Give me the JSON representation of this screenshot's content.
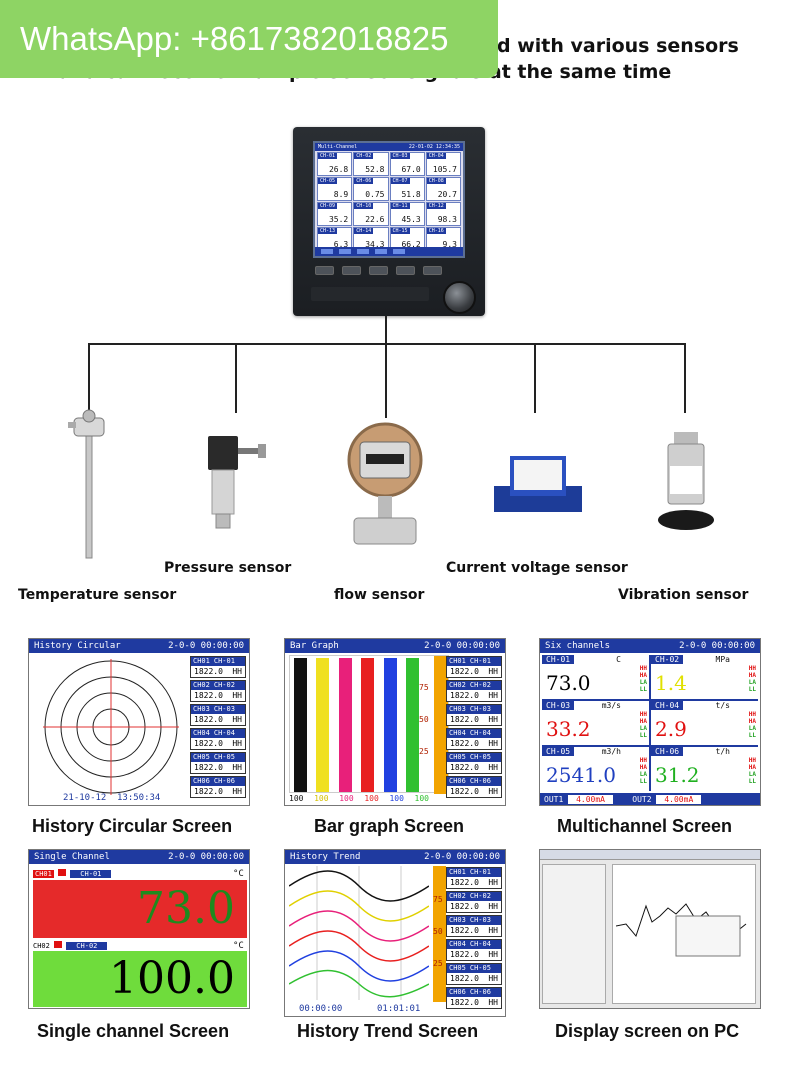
{
  "watermark": {
    "text": "WhatsApp: +8617382018825"
  },
  "headline": {
    "line1": "d with various sensors",
    "line2": "and can receive multiple sensor signals at the same time"
  },
  "device": {
    "title": "Multi-Channel",
    "datetime": "22-01-02 12:34:35",
    "channels": [
      {
        "ch": "CH-01",
        "v": "26.8"
      },
      {
        "ch": "CH-02",
        "v": "52.8"
      },
      {
        "ch": "CH-03",
        "v": "67.0"
      },
      {
        "ch": "CH-04",
        "v": "105.7"
      },
      {
        "ch": "CH-05",
        "v": "8.9"
      },
      {
        "ch": "CH-06",
        "v": "0.75"
      },
      {
        "ch": "CH-07",
        "v": "51.8"
      },
      {
        "ch": "CH-08",
        "v": "20.7"
      },
      {
        "ch": "CH-09",
        "v": "35.2"
      },
      {
        "ch": "CH-10",
        "v": "22.6"
      },
      {
        "ch": "CH-11",
        "v": "45.3"
      },
      {
        "ch": "CH-12",
        "v": "98.3"
      },
      {
        "ch": "CH-13",
        "v": "6.3"
      },
      {
        "ch": "CH-14",
        "v": "34.3"
      },
      {
        "ch": "CH-15",
        "v": "66.2"
      },
      {
        "ch": "CH-16",
        "v": "9.3"
      }
    ]
  },
  "sensors": {
    "pressure": "Pressure sensor",
    "current": "Current voltage sensor",
    "temperature": "Temperature sensor",
    "flow": "flow sensor",
    "vibration": "Vibration sensor"
  },
  "screens": {
    "circular": {
      "title": "History Circular",
      "time": "21-10-12",
      "clock": "13:50:34",
      "caption": "History Circular Screen"
    },
    "bar": {
      "title": "Bar Graph",
      "caption": "Bar graph Screen",
      "ticks": [
        "75",
        "50",
        "25"
      ],
      "bottom": [
        "100",
        "100",
        "100",
        "100",
        "100",
        "100"
      ]
    },
    "multi": {
      "title": "Six channels",
      "caption": "Multichannel Screen",
      "cells": [
        {
          "ch": "CH-01",
          "unit": "C",
          "v": "73.0",
          "color": "#000000"
        },
        {
          "ch": "CH-02",
          "unit": "MPa",
          "v": "1.4",
          "color": "#e0e000"
        },
        {
          "ch": "CH-03",
          "unit": "m3/s",
          "v": "33.2",
          "color": "#e01010"
        },
        {
          "ch": "CH-04",
          "unit": "t/s",
          "v": "2.9",
          "color": "#e01010"
        },
        {
          "ch": "CH-05",
          "unit": "m3/h",
          "v": "2541.0",
          "color": "#2040c0"
        },
        {
          "ch": "CH-06",
          "unit": "t/h",
          "v": "31.2",
          "color": "#20b020"
        }
      ],
      "alarms": [
        "HH",
        "HA",
        "LA",
        "LL"
      ],
      "out1": "OUT1",
      "out1v": "4.00mA",
      "out2": "OUT2",
      "out2v": "4.00mA"
    },
    "single": {
      "title": "Single Channel",
      "caption": "Single channel Screen",
      "ch1": "CH-01",
      "ch2": "CH-02",
      "v1": "73.0",
      "v2": "100.0",
      "unit": "°C"
    },
    "trend": {
      "title": "History Trend",
      "caption": "History Trend Screen",
      "t1": "00:00:00",
      "t2": "01:01:01",
      "ticks": [
        "75",
        "50",
        "25"
      ]
    },
    "pc": {
      "caption": "Display screen on PC"
    },
    "side_channels": [
      {
        "n": "CH01",
        "ch": "CH-01",
        "v": "1822.0"
      },
      {
        "n": "CH02",
        "ch": "CH-02",
        "v": "1822.0"
      },
      {
        "n": "CH03",
        "ch": "CH-03",
        "v": "1822.0"
      },
      {
        "n": "CH04",
        "ch": "CH-04",
        "v": "1822.0"
      },
      {
        "n": "CH05",
        "ch": "CH-05",
        "v": "1822.0"
      },
      {
        "n": "CH06",
        "ch": "CH-06",
        "v": "1822.0"
      }
    ],
    "header_clock": "2-0-0 00:00:00",
    "hmark": "HH"
  }
}
